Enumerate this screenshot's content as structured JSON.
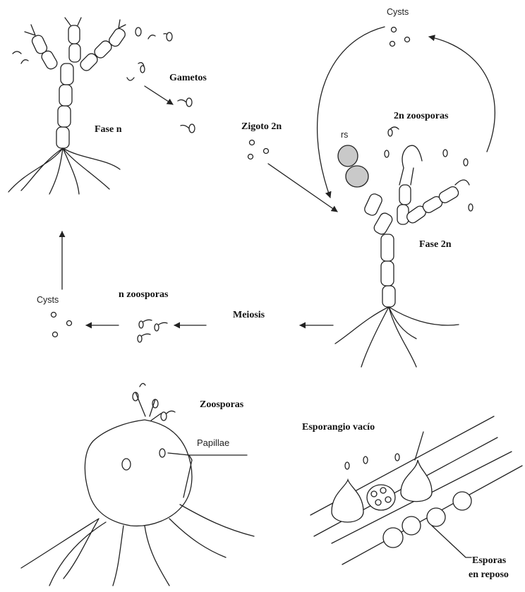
{
  "labels": {
    "gametos": "Gametos",
    "fase_n": "Fase n",
    "zigoto_2n": "Zigoto 2n",
    "cysts_top": "Cysts",
    "zoosporas_2n": "2n zoosporas",
    "rs": "rs",
    "fase_2n": "Fase 2n",
    "n_zoosporas": "n zoosporas",
    "meiosis": "Meiosis",
    "cysts_left": "Cysts",
    "zoosporas": "Zoosporas",
    "papillae": "Papillae",
    "esporangio_vacio": "Esporangio vacío",
    "esporas_line1": "Esporas",
    "esporas_line2": "en reposo"
  },
  "colors": {
    "line": "#222222",
    "highlight_cell": "#c9c9c9",
    "background": "#ffffff"
  }
}
